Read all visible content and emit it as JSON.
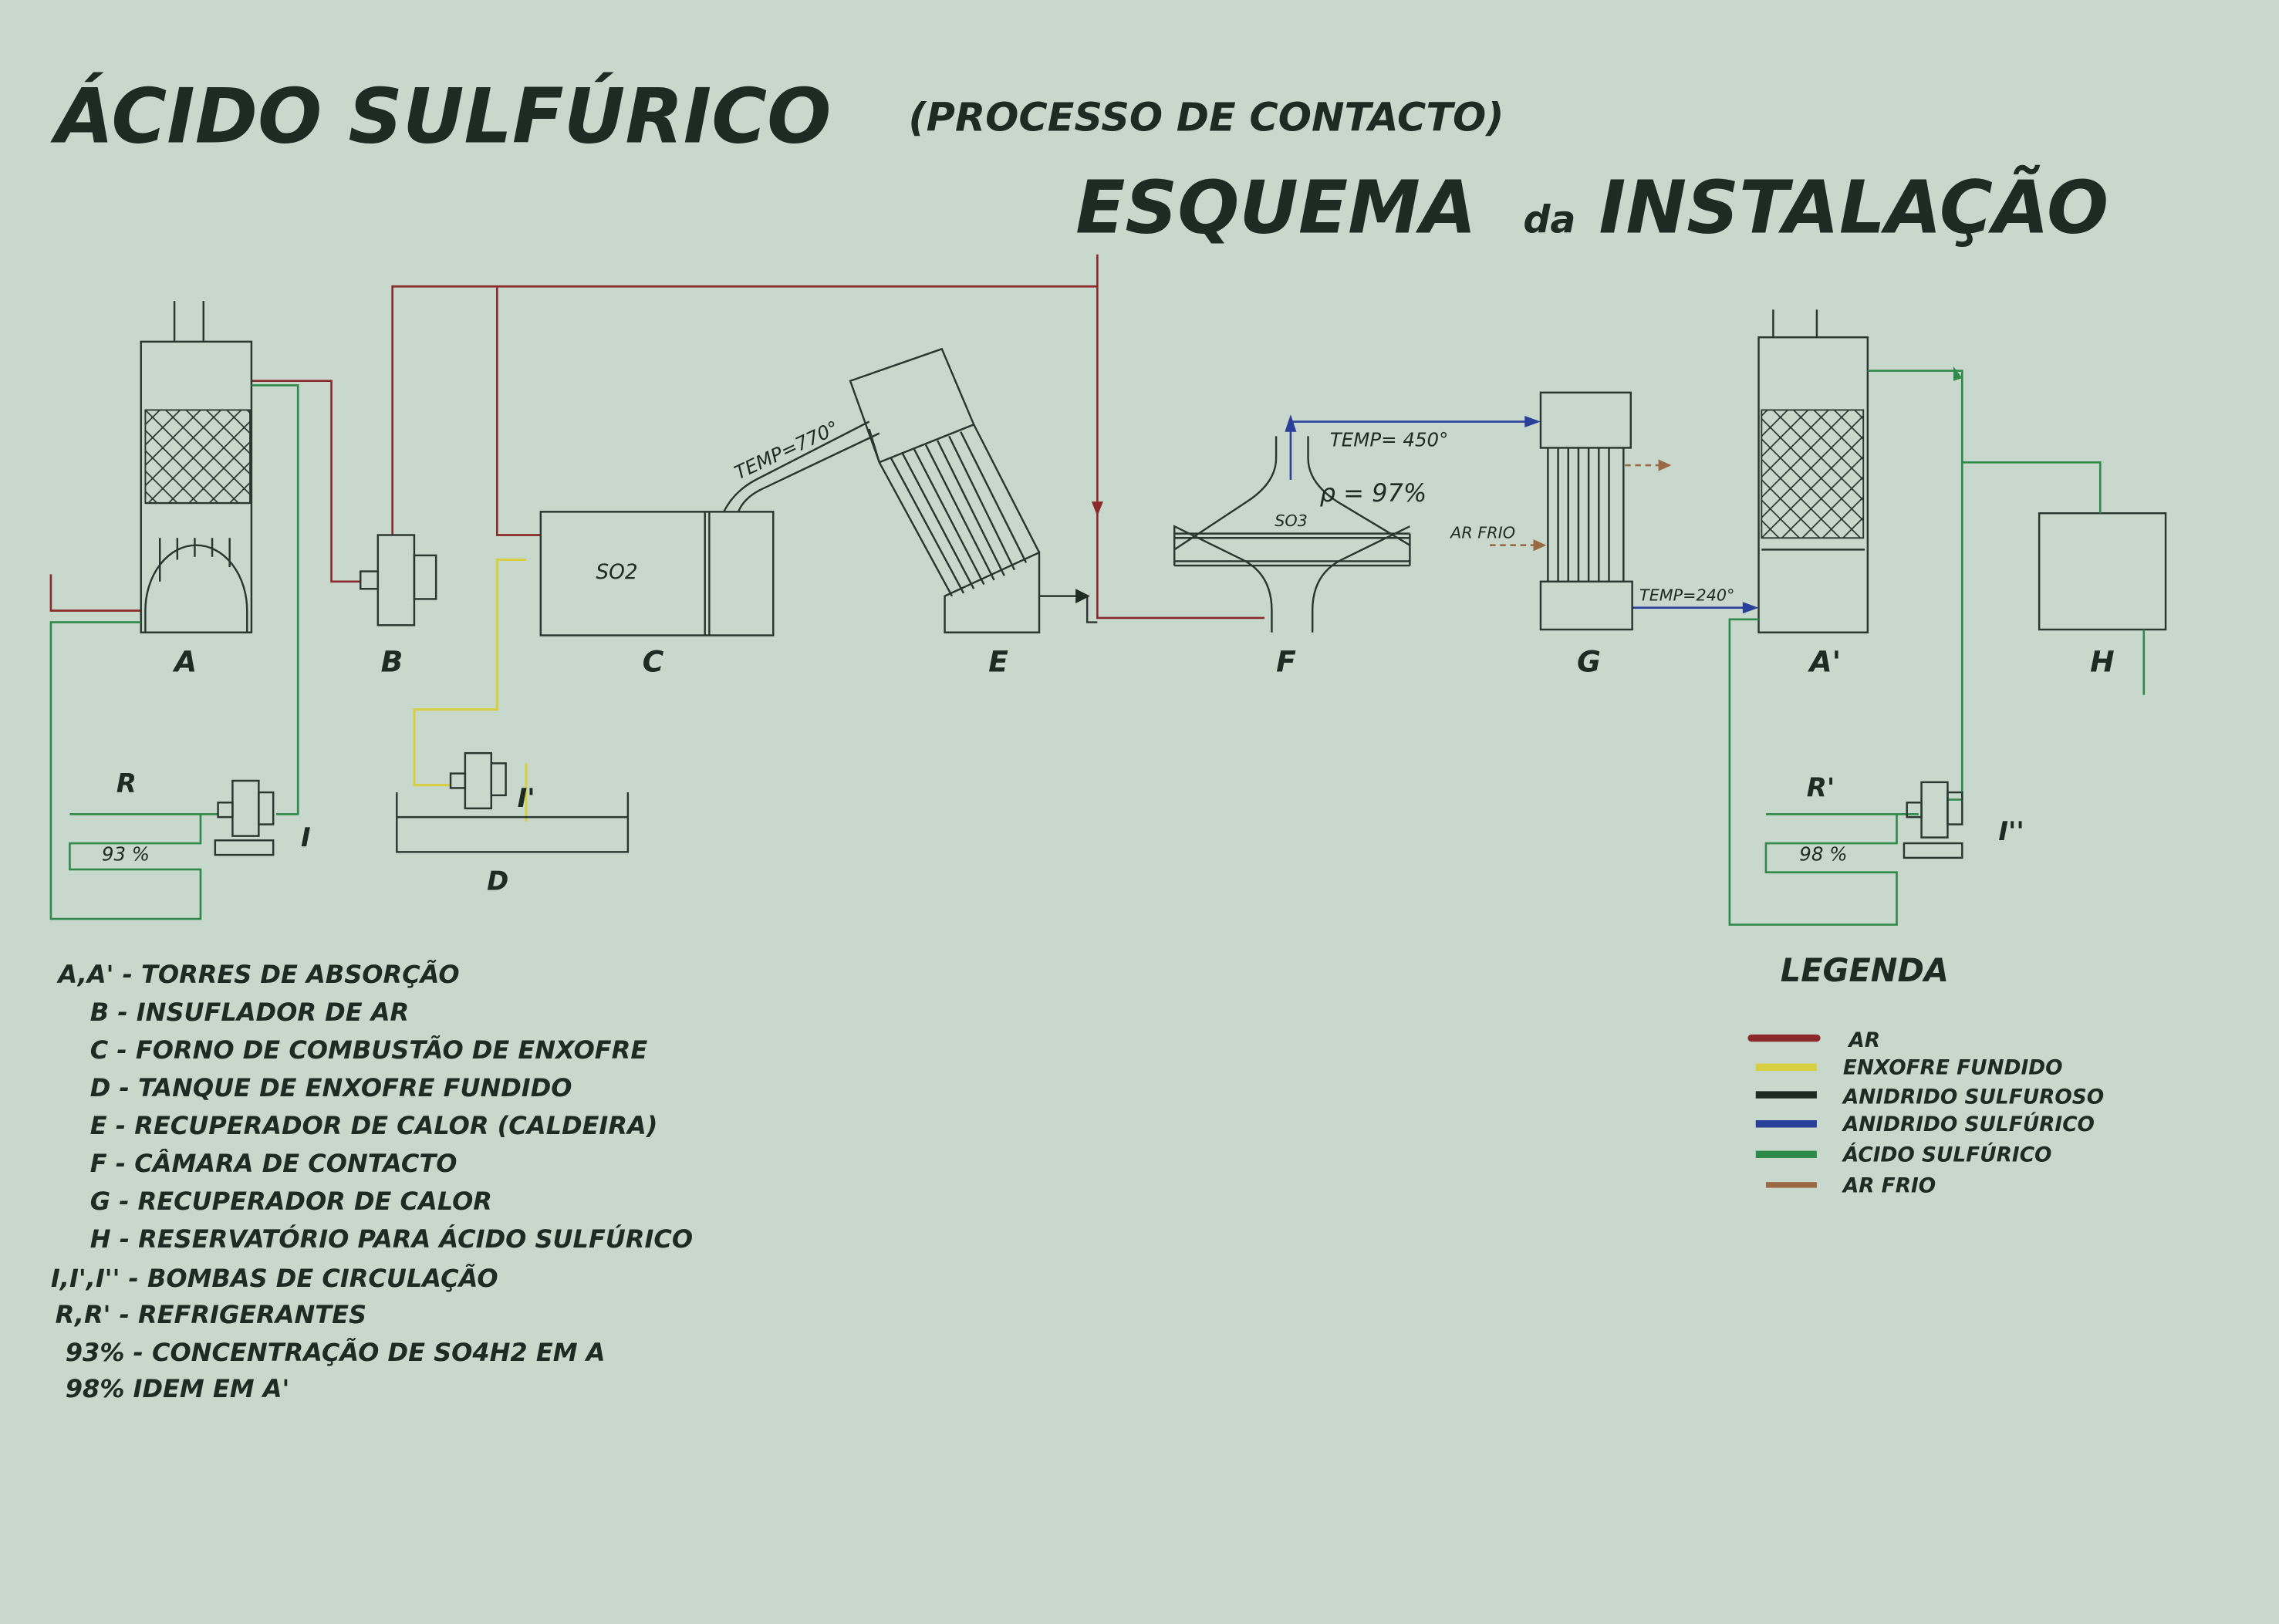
{
  "title": {
    "main": "ÁCIDO SULFÚRICO",
    "subtitle": "(PROCESSO DE CONTACTO)",
    "scheme": "ESQUEMA",
    "scheme_da": "da",
    "scheme_rest": "INSTALAÇÃO"
  },
  "diagram": {
    "labels": {
      "A": "A",
      "B": "B",
      "C": "C",
      "E": "E",
      "F": "F",
      "G": "G",
      "A2": "A'",
      "H": "H",
      "R": "R",
      "I": "I",
      "I2": "I'",
      "D": "D",
      "R2": "R'",
      "I3": "I''"
    },
    "annotations": {
      "so2": "SO2",
      "so3": "SO3",
      "temp_770": "TEMP=770°",
      "temp_450": "TEMP= 450°",
      "rho_97": "ρ = 97%",
      "ar_frio": "AR FRIO",
      "temp_240": "TEMP=240°",
      "pct_93": "93 %",
      "pct_98": "98 %"
    }
  },
  "key": [
    "A,A' - TORRES DE ABSORÇÃO",
    "B - INSUFLADOR DE AR",
    "C - FORNO DE COMBUSTÃO DE ENXOFRE",
    "D - TANQUE DE ENXOFRE FUNDIDO",
    "E - RECUPERADOR DE CALOR (CALDEIRA)",
    "F - CÂMARA DE CONTACTO",
    "G - RECUPERADOR DE CALOR",
    "H - RESERVATÓRIO PARA ÁCIDO SULFÚRICO",
    "I,I',I'' - BOMBAS DE CIRCULAÇÃO",
    "R,R' - REFRIGERANTES",
    "93% - CONCENTRAÇÃO DE SO4H2 EM A",
    "98% IDEM EM A'"
  ],
  "legend": {
    "title": "LEGENDA",
    "items": [
      {
        "label": "AR",
        "color": "#8a2a2a"
      },
      {
        "label": "ENXOFRE FUNDIDO",
        "color": "#d8cf40"
      },
      {
        "label": "ANIDRIDO SULFUROSO",
        "color": "#1e2a24"
      },
      {
        "label": "ANIDRIDO SULFÚRICO",
        "color": "#2a3f9a"
      },
      {
        "label": "ÁCIDO SULFÚRICO",
        "color": "#2f8a4a"
      },
      {
        "label": "AR FRIO",
        "color": "#9a6a45"
      }
    ]
  }
}
